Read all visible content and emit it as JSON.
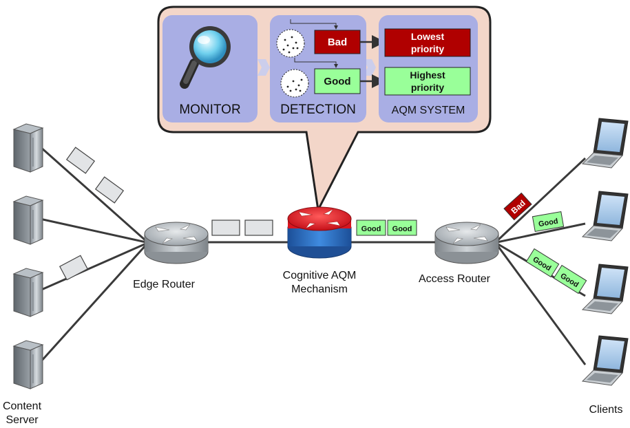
{
  "callout": {
    "monitor": {
      "label": "MONITOR"
    },
    "detection": {
      "label": "DETECTION",
      "bad_label": "Bad",
      "good_label": "Good"
    },
    "aqm": {
      "label": "AQM SYSTEM",
      "lowest_line1": "Lowest",
      "lowest_line2": "priority",
      "highest_line1": "Highest",
      "highest_line2": "priority"
    }
  },
  "nodes": {
    "content_server_line1": "Content",
    "content_server_line2": "Server",
    "edge_router": "Edge Router",
    "aqm_line1": "Cognitive AQM",
    "aqm_line2": "Mechanism",
    "access_router": "Access Router",
    "clients": "Clients"
  },
  "packets": {
    "good": "Good",
    "bad": "Bad"
  },
  "colors": {
    "bad": "#b00000",
    "good": "#99ff99",
    "callout_bg": "#f3d6c9",
    "panel_bg": "#a9aee4",
    "router_red": "#e8202a",
    "router_blue": "#2b6fc2"
  }
}
